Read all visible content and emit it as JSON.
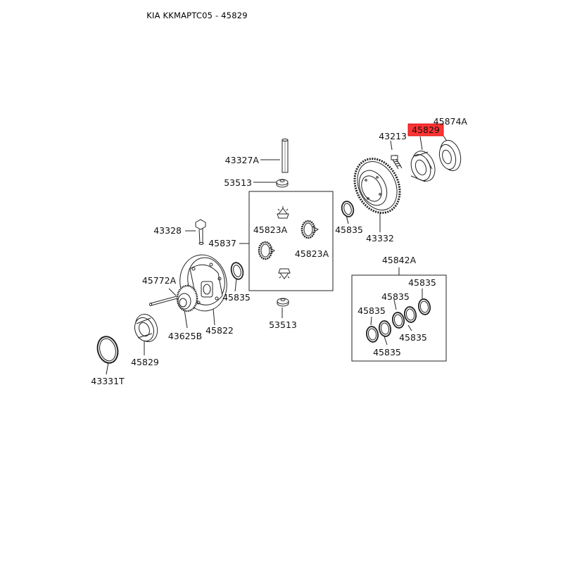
{
  "header": {
    "title": "KIA KKMAPTC05 - 45829"
  },
  "highlight_color": "#ff3333",
  "parts": {
    "p45874A": "45874A",
    "p45829_top": "45829",
    "p43213": "43213",
    "p43327A": "43327A",
    "p53513_top": "53513",
    "p45835_a": "45835",
    "p43332": "43332",
    "p43328": "43328",
    "p45823A_1": "45823A",
    "p45823A_2": "45823A",
    "p45837": "45837",
    "p45842A": "45842A",
    "p45772A": "45772A",
    "p45835_b": "45835",
    "p45835_c": "45835",
    "p45835_d": "45835",
    "p45835_e": "45835",
    "p45835_f": "45835",
    "p45835_g": "45835",
    "p53513_bottom": "53513",
    "p43625B": "43625B",
    "p45822": "45822",
    "p45829_bottom": "45829",
    "p43331T": "43331T"
  }
}
